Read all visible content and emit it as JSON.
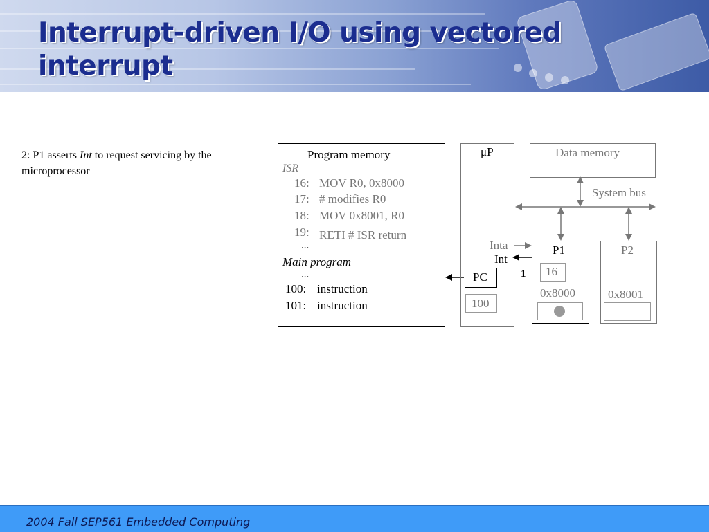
{
  "slide": {
    "title": "Interrupt-driven I/O using vectored interrupt",
    "bullet": {
      "prefix": "2: P1 asserts ",
      "emphasis": "Int",
      "suffix": " to request servicing by the microprocessor"
    },
    "footer": "2004  Fall SEP561 Embedded Computing"
  },
  "diagram": {
    "program_memory": {
      "title": "Program memory",
      "isr_label": "ISR",
      "isr_lines": [
        {
          "addr": "16:",
          "code": "MOV R0, 0x8000"
        },
        {
          "addr": "17:",
          "code": "# modifies R0"
        },
        {
          "addr": "18:",
          "code": "MOV 0x8001, R0"
        },
        {
          "addr": "19:",
          "code": "RETI  # ISR return"
        }
      ],
      "ellipsis_1": "...",
      "main_label": "Main program",
      "ellipsis_2": "...",
      "main_lines": [
        {
          "addr": "100:",
          "code": "instruction"
        },
        {
          "addr": "101:",
          "code": "instruction"
        }
      ]
    },
    "microprocessor": {
      "label": "μP",
      "pc_label": "PC",
      "pc_value": "100"
    },
    "data_memory": {
      "label": "Data memory"
    },
    "system_bus": {
      "label": "System bus"
    },
    "signals": {
      "inta": "Inta",
      "int": "Int",
      "int_value": "1"
    },
    "p1": {
      "label": "P1",
      "vector": "16",
      "address": "0x8000"
    },
    "p2": {
      "label": "P2",
      "address": "0x8001"
    },
    "colors": {
      "title": "#1b2d8f",
      "footer_bg": "#3f9bf8",
      "inactive": "#777777",
      "active": "#000000"
    }
  }
}
